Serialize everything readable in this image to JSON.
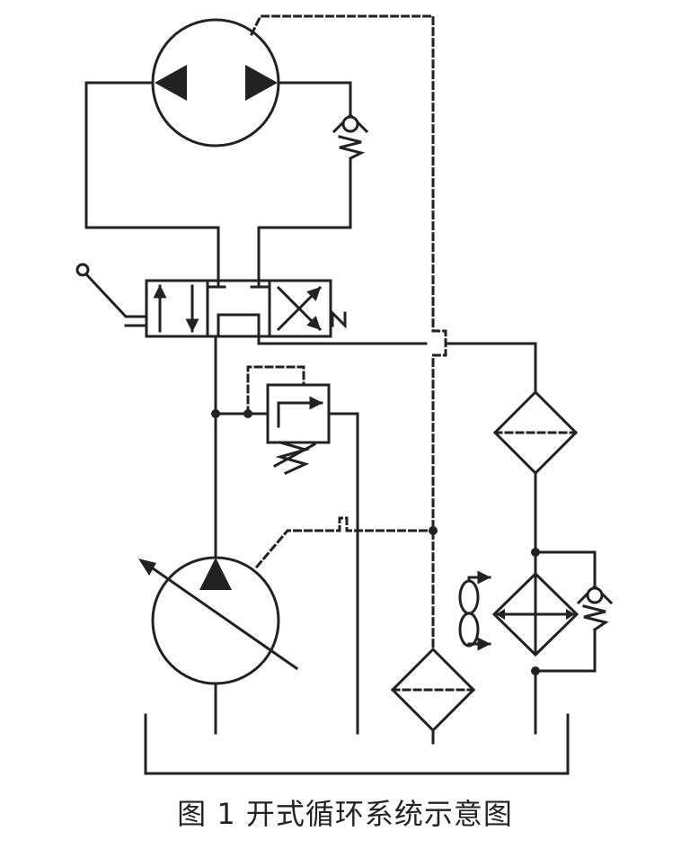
{
  "caption": "图 1 开式循环系统示意图",
  "colors": {
    "line": "#222222",
    "background": "#ffffff"
  },
  "symbols": [
    "hydraulic-motor-bidirectional",
    "check-valve-motor-return",
    "manual-directional-valve-3-position",
    "relief-valve",
    "variable-displacement-pump",
    "suction-filter",
    "return-filter",
    "oil-cooler-with-fan",
    "cooler-bypass-check-valve",
    "reservoir"
  ]
}
